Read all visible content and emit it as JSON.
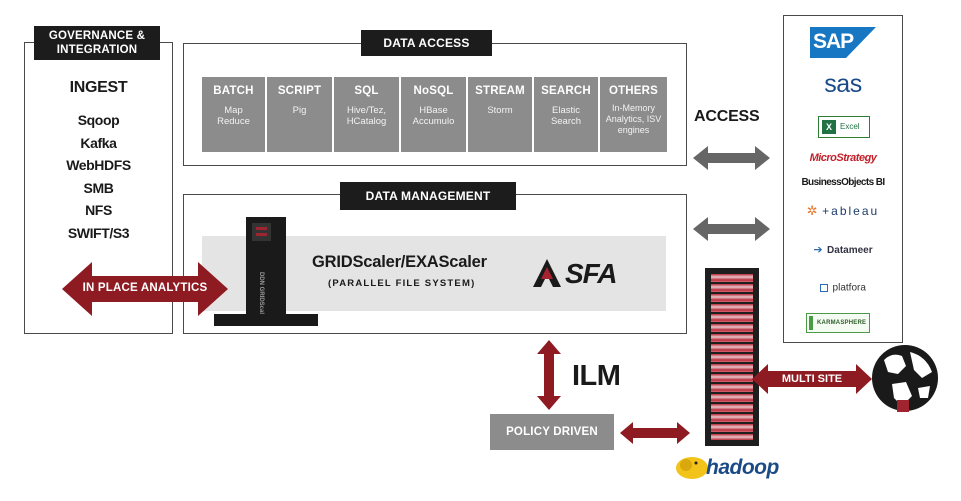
{
  "governance": {
    "label_line1": "GOVERNANCE &",
    "label_line2": "INTEGRATION",
    "ingest_title": "INGEST",
    "items": [
      "Sqoop",
      "Kafka",
      "WebHDFS",
      "SMB",
      "NFS",
      "SWIFT/S3"
    ],
    "analytics_label": "IN PLACE ANALYTICS"
  },
  "data_access": {
    "label": "DATA ACCESS",
    "columns": [
      {
        "title": "BATCH",
        "sub": "Map Reduce"
      },
      {
        "title": "SCRIPT",
        "sub": "Pig"
      },
      {
        "title": "SQL",
        "sub": "Hive/Tez, HCatalog"
      },
      {
        "title": "NoSQL",
        "sub": "HBase Accumulo"
      },
      {
        "title": "STREAM",
        "sub": "Storm"
      },
      {
        "title": "SEARCH",
        "sub": "Elastic Search"
      },
      {
        "title": "OTHERS",
        "sub": "In-Memory Analytics, ISV engines"
      }
    ]
  },
  "data_management": {
    "label": "DATA MANAGEMENT",
    "product": "GRIDScaler/EXAScaler",
    "product_sub": "(PARALLEL FILE SYSTEM)",
    "sfa_logo": "SFA",
    "server_badge": "DDN GRIDScaler"
  },
  "access": {
    "label": "ACCESS",
    "brands": {
      "sap": "SAP",
      "sas": "sas",
      "excel": "Excel",
      "microstrategy": "MicroStrategy",
      "businessobjects": "BusinessObjects BI",
      "tableau": "+ableau",
      "datameer": "Datameer",
      "platfora": "platfora",
      "karmasphere": "KARMASPHERE"
    }
  },
  "ilm": {
    "label": "ILM",
    "policy": "POLICY DRIVEN"
  },
  "multisite": {
    "label": "MULTI SITE"
  },
  "hadoop": {
    "label": "hadoop"
  },
  "colors": {
    "dark": "#1c1c1c",
    "cell_gray": "#8c8c8c",
    "arrow_gray": "#666666",
    "arrow_red": "#8e1b22",
    "band_gray": "#e4e4e4"
  },
  "icons": [
    "globe-icon",
    "hadoop-elephant-icon",
    "sfa-logo-icon",
    "excel-icon",
    "tableau-cross-icon"
  ]
}
